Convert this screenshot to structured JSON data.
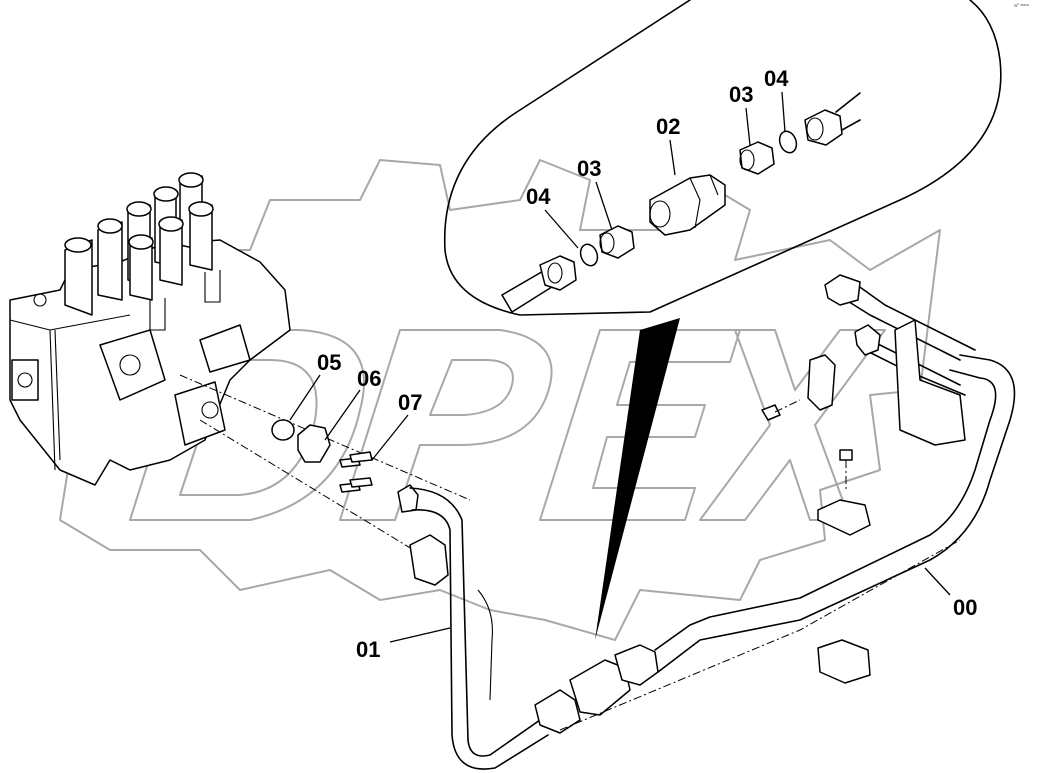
{
  "diagram": {
    "title": "Hydraulic piping - control valve connection (parts diagram)",
    "watermark_text": "DPEX",
    "corner_mark": "a° ===",
    "callouts": [
      {
        "id": "00",
        "label": "00",
        "part": "pipe assembly"
      },
      {
        "id": "01",
        "label": "01",
        "part": "pipe"
      },
      {
        "id": "02",
        "label": "02",
        "part": "union / adapter"
      },
      {
        "id": "03a",
        "label": "03",
        "part": "connector"
      },
      {
        "id": "03b",
        "label": "03",
        "part": "connector"
      },
      {
        "id": "04a",
        "label": "04",
        "part": "o-ring"
      },
      {
        "id": "04b",
        "label": "04",
        "part": "o-ring"
      },
      {
        "id": "05",
        "label": "05",
        "part": "o-ring"
      },
      {
        "id": "06",
        "label": "06",
        "part": "split flange"
      },
      {
        "id": "07",
        "label": "07",
        "part": "bolt"
      }
    ],
    "colors": {
      "line": "#000000",
      "watermark": "#a8a8a8",
      "background": "#ffffff"
    }
  }
}
